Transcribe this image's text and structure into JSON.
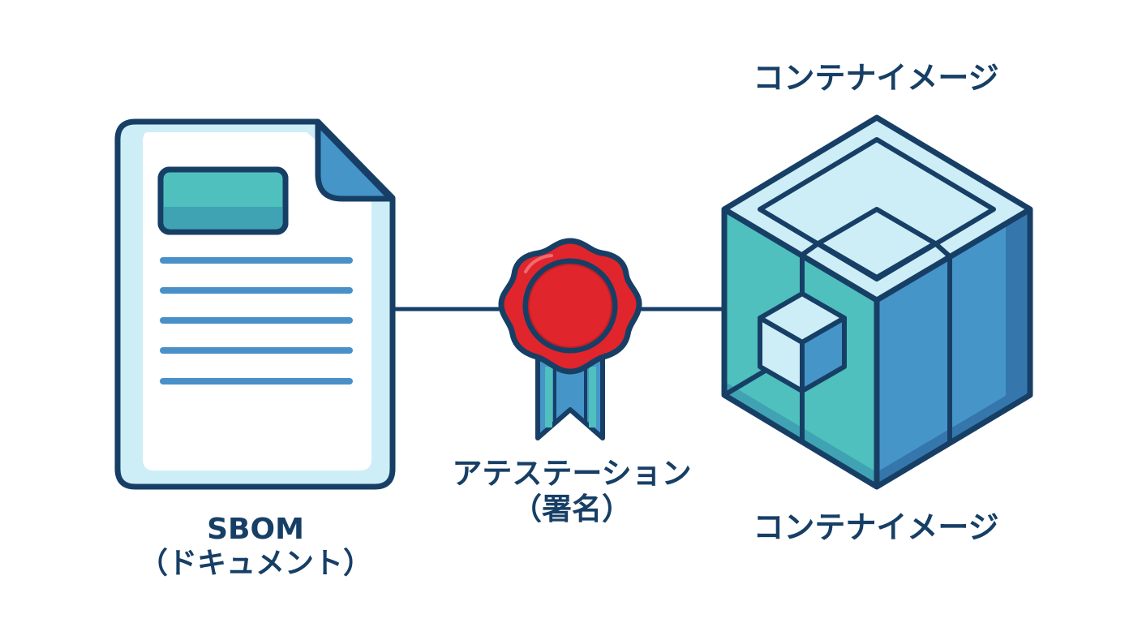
{
  "diagram": {
    "nodes": [
      {
        "id": "sbom",
        "title": "SBOM",
        "subtitle": "（ドキュメント）",
        "icon": "document-icon"
      },
      {
        "id": "attestation",
        "title": "アテステーション",
        "subtitle": "（署名）",
        "icon": "wax-seal-icon"
      },
      {
        "id": "container",
        "title": "コンテナイメージ",
        "caption_top": "コンテナイメージ",
        "icon": "container-cube-icon"
      }
    ],
    "edges": [
      {
        "from": "sbom",
        "to": "attestation"
      },
      {
        "from": "attestation",
        "to": "container"
      }
    ]
  },
  "colors": {
    "outline": "#173f66",
    "text": "#173f66",
    "light_fill": "#cdeef6",
    "teal": "#4fc0bd",
    "teal_dark": "#3fa3b3",
    "blue": "#4695c9",
    "blue_dark": "#3577ad",
    "seal_red": "#e0252c",
    "doc_line": "#4a90c8"
  }
}
